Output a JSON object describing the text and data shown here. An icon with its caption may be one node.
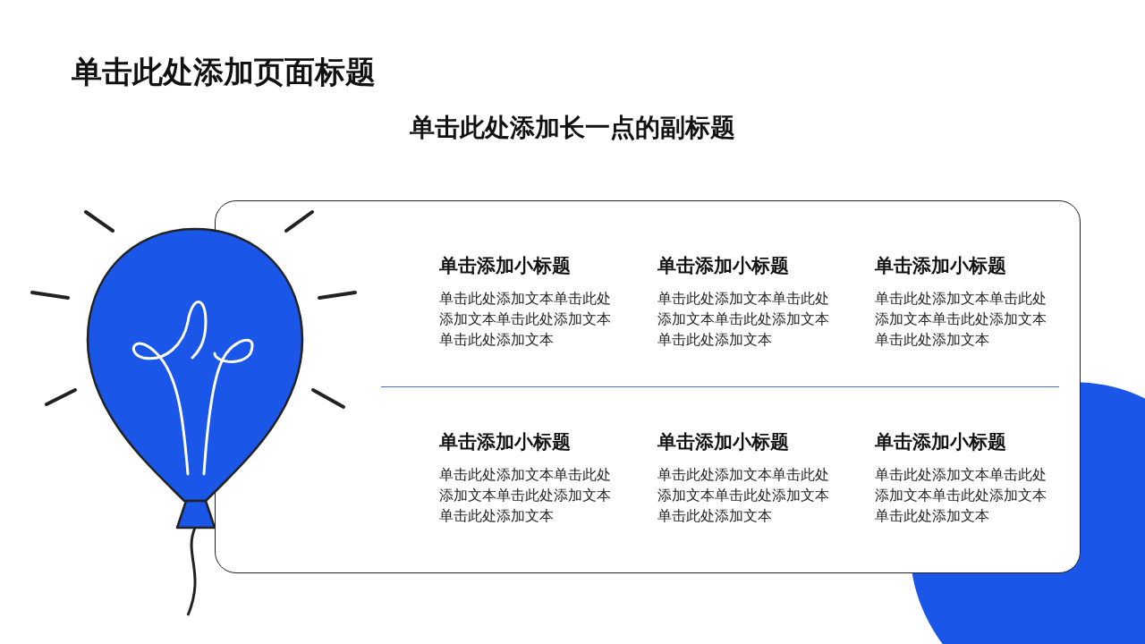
{
  "diagram": {
    "title": "单击此处添加页面标题",
    "nodes": [
      {
        "text": [
          "单击添加小标题",
          "单击此处添加文本单击此处添加文本单击此处添加文本单击此处添加文本",
          "单击添加小标题",
          "单击此处添加文本单击此处添加文本单击此处添加文本单击此处添加文本",
          "单击添加小标题",
          "单击此处添加文本单击此处添加文本单击此处添加文本单击此处添加文本",
          "单击添加小标题",
          "单击此处添加文本单击此处添加文本单击此处添加文本单击此处添加文本",
          "单击添加小标题",
          "单击此处添加文本单击此处添加文本单击此处添加文本单击此处添加文本",
          "单击添加小标题",
          "单击此处添加文本单击此处添加文本单击此处添加文本单击此处添加文本"
        ]
      }
    ],
    "labels": [
      "单击此处添加长一点的副标题"
    ]
  }
}
